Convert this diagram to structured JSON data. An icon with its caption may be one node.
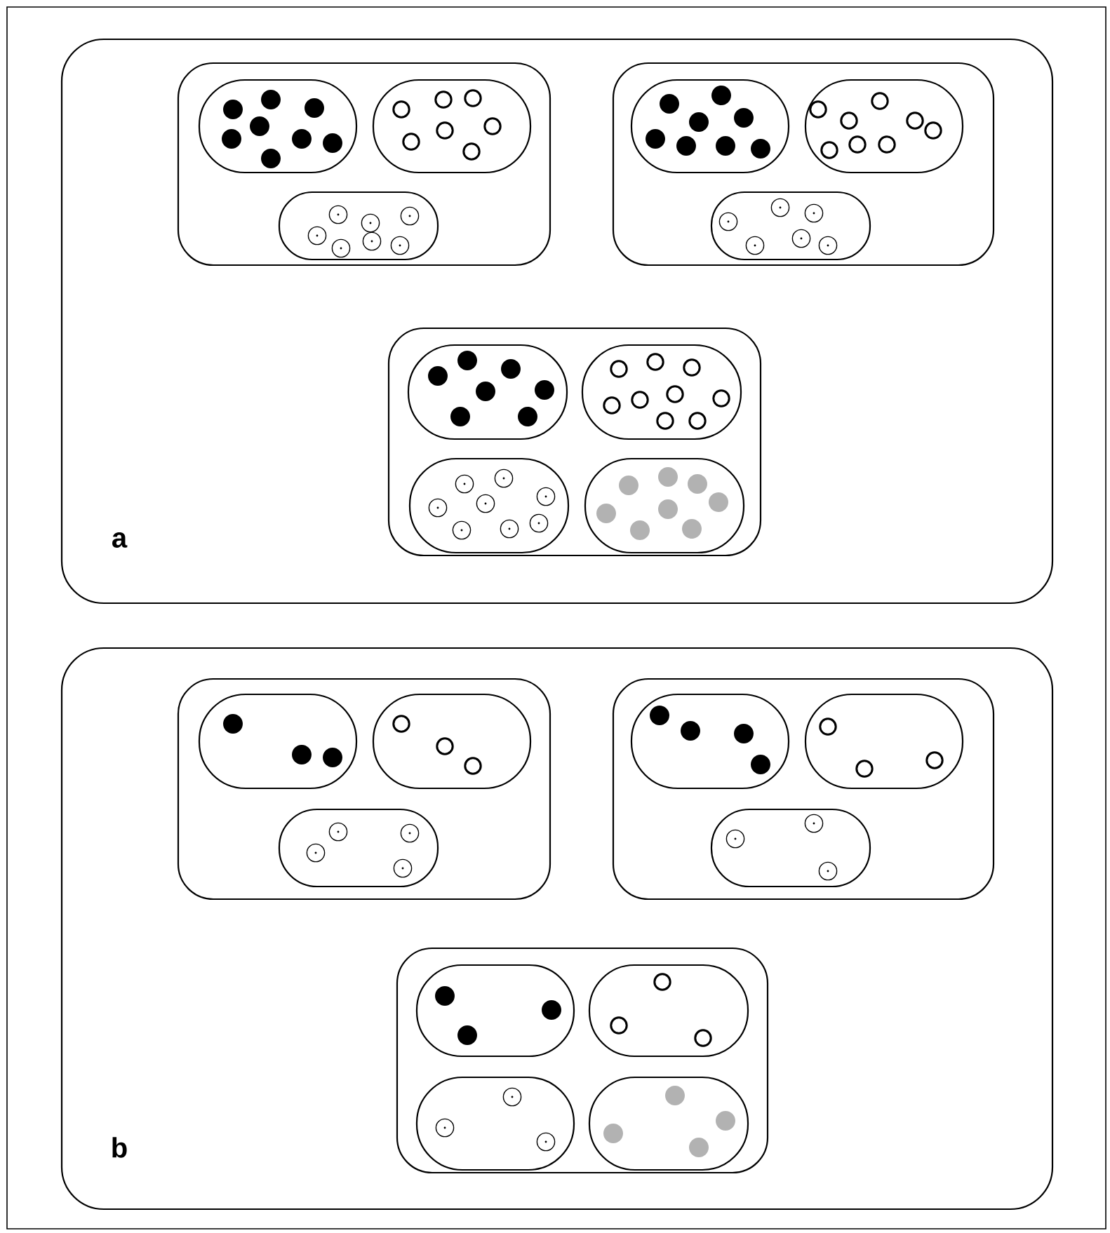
{
  "diagram": {
    "nodes": [
      {
        "text": [
          "a"
        ]
      },
      {
        "text": [],
        "shape": "box",
        "in": 0
      },
      {
        "text": [],
        "shape": "oval",
        "in": 1
      },
      {
        "text": [],
        "shape": "oval",
        "in": 1
      },
      {
        "text": [],
        "shape": "oval",
        "in": 1
      },
      {
        "text": [],
        "shape": "box",
        "in": 0
      },
      {
        "text": [],
        "shape": "oval",
        "in": 5
      },
      {
        "text": [],
        "shape": "oval",
        "in": 5
      },
      {
        "text": [],
        "shape": "oval",
        "in": 5
      },
      {
        "text": [],
        "shape": "box",
        "in": 0
      },
      {
        "text": [],
        "shape": "oval",
        "in": 9
      },
      {
        "text": [],
        "shape": "oval",
        "in": 9
      },
      {
        "text": [],
        "shape": "oval",
        "in": 9
      },
      {
        "text": [],
        "shape": "oval",
        "in": 9
      },
      {
        "text": [
          "b"
        ]
      },
      {
        "text": [],
        "shape": "box",
        "in": 14
      },
      {
        "text": [],
        "shape": "oval",
        "in": 15
      },
      {
        "text": [],
        "shape": "oval",
        "in": 15
      },
      {
        "text": [],
        "shape": "oval",
        "in": 15
      },
      {
        "text": [],
        "shape": "box",
        "in": 14
      },
      {
        "text": [],
        "shape": "oval",
        "in": 19
      },
      {
        "text": [],
        "shape": "oval",
        "in": 19
      },
      {
        "text": [],
        "shape": "oval",
        "in": 19
      },
      {
        "text": [],
        "shape": "box",
        "in": 14
      },
      {
        "text": [],
        "shape": "oval",
        "in": 23
      },
      {
        "text": [],
        "shape": "oval",
        "in": 23
      },
      {
        "text": [],
        "shape": "oval",
        "in": 23
      },
      {
        "text": [],
        "shape": "oval",
        "in": 23
      }
    ]
  }
}
